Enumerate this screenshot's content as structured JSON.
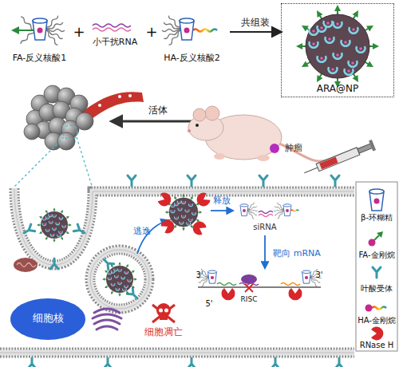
{
  "diagram": {
    "nodes": [
      {
        "text": [
          "FA-反义核酸1"
        ]
      },
      {
        "text": [
          "小干扰RNA"
        ]
      },
      {
        "text": [
          "HA-反义核酸2"
        ]
      },
      {
        "text": [
          "ARA@NP"
        ]
      },
      {
        "text": [
          "细胞核"
        ]
      }
    ],
    "edges": [
      {
        "from": 2,
        "to": 3,
        "label": "共组装",
        "arrow": "to"
      }
    ],
    "labels": [
      "+",
      "+",
      "活体",
      "肿瘤",
      "逃逸",
      "释放",
      "siRNA",
      "靶向 mRNA",
      "RISC",
      "3'",
      "5'",
      "3'",
      "细胞凋亡"
    ],
    "legend": [
      {
        "text": "β-环糊精"
      },
      {
        "text": "FA-金刚烷"
      },
      {
        "text": "叶酸受体"
      },
      {
        "text": "HA-金刚烷"
      },
      {
        "text": "RNase H"
      }
    ]
  }
}
